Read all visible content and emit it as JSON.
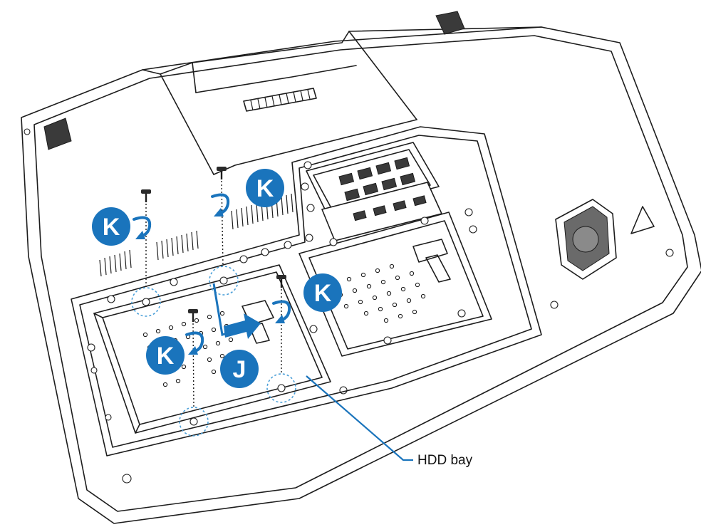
{
  "steps": [
    {
      "id": "k1",
      "letter": "K"
    },
    {
      "id": "k2",
      "letter": "K"
    },
    {
      "id": "k3",
      "letter": "K"
    },
    {
      "id": "k4",
      "letter": "K"
    },
    {
      "id": "j1",
      "letter": "J"
    }
  ],
  "callouts": {
    "hdd_bay": "HDD bay"
  },
  "colors": {
    "accent": "#1a74bc",
    "highlight": "#4a9fd8",
    "outline": "#1d1d1d"
  },
  "icons": {
    "screw": "screw-icon",
    "rotate": "rotate-arrow-icon",
    "slide": "slide-arrow-icon",
    "fan": "fan-grille-icon",
    "warning": "triangle-icon"
  }
}
